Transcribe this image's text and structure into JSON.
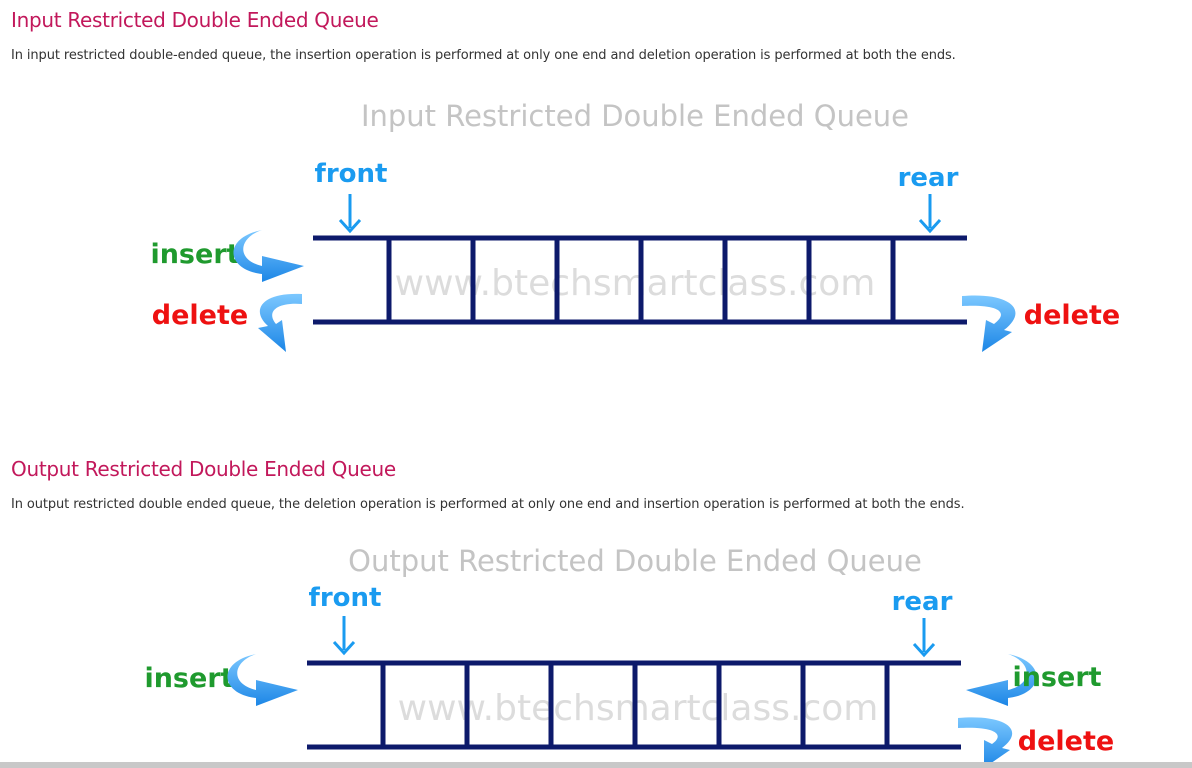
{
  "sections": [
    {
      "title": "Input Restricted Double Ended Queue",
      "description": "In input restricted double-ended queue, the insertion operation is performed at only one end and deletion operation is performed at both the ends.",
      "diagram": {
        "heading": "Input Restricted Double Ended Queue",
        "watermark": "www.btechsmartclass.com",
        "front_label": "front",
        "rear_label": "rear",
        "left_top_label": "insert",
        "left_bottom_label": "delete",
        "right_top_label": "",
        "right_bottom_label": "delete"
      }
    },
    {
      "title": "Output Restricted Double Ended Queue",
      "description": "In output restricted double ended queue, the deletion operation is performed at only one end and insertion operation is performed at both the ends.",
      "diagram": {
        "heading": "Output Restricted Double Ended Queue",
        "watermark": "www.btechsmartclass.com",
        "front_label": "front",
        "rear_label": "rear",
        "left_top_label": "insert",
        "left_bottom_label": "",
        "right_top_label": "insert",
        "right_bottom_label": "delete"
      }
    }
  ],
  "colors": {
    "title": "#c2185b",
    "queue_lines": "#0d1a6b",
    "pointer_labels": "#1a9bf0",
    "insert": "#1f9a2e",
    "delete": "#ee1111",
    "arrows": "#2196f3",
    "heading": "#c4c4c4",
    "watermark": "#dcdcdc"
  }
}
